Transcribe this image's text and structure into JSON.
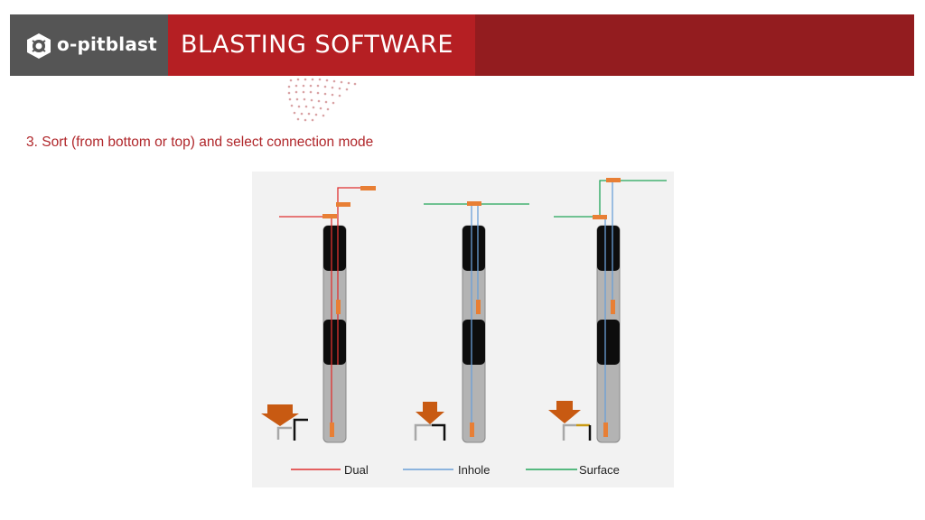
{
  "brand": {
    "logo_text": "o-pitblast",
    "title": "BLASTING SOFTWARE"
  },
  "colors": {
    "header_red": "#b51f23",
    "band_red": "#931c1f",
    "logo_gray": "#555555",
    "dual": "#e0302f",
    "inhole": "#6aa0d8",
    "surface": "#22a65a",
    "booster": "#e87f35",
    "arrow": "#c85a12"
  },
  "slide": {
    "subtitle": "3. Sort (from bottom or top) and select connection mode"
  },
  "legend": {
    "dual": "Dual",
    "inhole": "Inhole",
    "surface": "Surface"
  }
}
